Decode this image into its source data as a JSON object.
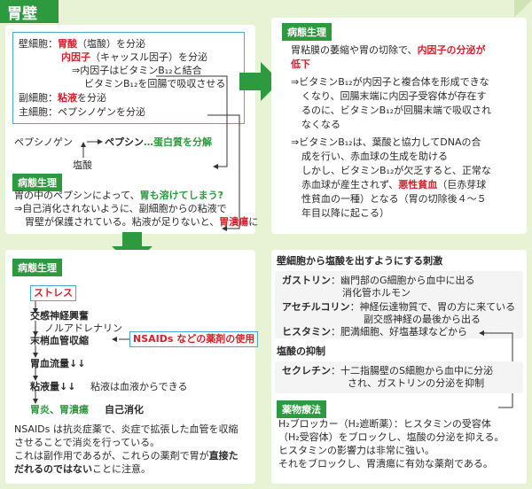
{
  "title": "胃壁",
  "top_left": {
    "cells": {
      "parietal_label": "壁細胞：",
      "parietal_acid": "胃酸",
      "parietal_acid_note": "（塩酸）を分泌",
      "intrinsic": "内因子",
      "intrinsic_note": "（キャッスル因子）を分泌",
      "intrinsic_arrow": "⇒内因子はビタミンB₁₂と結合",
      "intrinsic_absorb": "ビタミンB₁₂を回腸で吸収させる",
      "accessory_label": "副細胞：",
      "accessory_mucus": "粘液",
      "accessory_note": "を分泌",
      "chief_label": "主細胞：",
      "chief_note": "ペプシノゲンを分泌"
    },
    "flow_pepsinogen": "ペプシノゲン",
    "flow_pepsin": "ペプシン",
    "flow_digest": "…蛋白質を分解",
    "flow_acid": "塩酸",
    "tag": "病態生理",
    "text1_a": "胃の中のペプシンによって、",
    "text1_b": "胃も溶けてしまう?",
    "text2": "⇒自己消化されないように、副細胞からの粘液で",
    "text3_a": "胃壁が保護されている。粘液が足りないと、",
    "text3_b": "胃潰瘍",
    "text3_c": "に"
  },
  "top_right": {
    "tag": "病態生理",
    "l1": "胃粘膜の萎縮や胃の切除で、",
    "l1_red": "内因子の分泌が",
    "l2_red": "低下",
    "l3": "⇒ビタミンB₁₂が内因子と複合体を形成できな",
    "l4": "くなり、回腸末端に内因子受容体が存在す",
    "l5": "るのに、ビタミンB₁₂が回腸末端で吸収され",
    "l6": "なくなる",
    "l7": "⇒ビタミンB₁₂は、葉酸と協力してDNAの合",
    "l8": "成を行い、赤血球の生成を助ける",
    "l9": "しかし、ビタミンB₁₂が欠乏すると、正常な",
    "l10_a": "赤血球が産生されず、",
    "l10_red": "悪性貧血",
    "l10_b": "（巨赤芽球",
    "l11": "性貧血の一種）となる（胃の切除後４～５",
    "l12": "年目以降に起こる）"
  },
  "bottom_left": {
    "tag": "病態生理",
    "stress": "ストレス",
    "symp": "交感神経興奮",
    "noradr": "ノルアドレナリン",
    "constrict": "末梢血管収縮",
    "nsaids": "NSAIDs などの薬剤の使用",
    "flow": "胃血流量↓↓",
    "mucus": "粘液量↓↓",
    "mucus_note": "粘液は血液からできる",
    "result_green": "胃炎、胃潰瘍",
    "result_note": "自己消化",
    "p1": "NSAIDs は抗炎症薬で、炎症で拡張した血管を収縮",
    "p2": "させることで消炎を行っている。",
    "p3_a": "これは副作用であるが、これらの薬剤で胃が",
    "p3_b": "直接た",
    "p4_b": "だれるのではない",
    "p4_a": "ことに注意。"
  },
  "bottom_right": {
    "h1": "壁細胞から塩酸を出すようにする刺激",
    "gastrin_label": "ガストリン",
    "gastrin_1": "：幽門部のG細胞から血中に出る",
    "gastrin_2": "消化管ホルモン",
    "ach_label": "アセチルコリン",
    "ach_1": "：神経伝達物質で、胃の方に来ている",
    "ach_2": "副交感神経の最後から出る",
    "hist_label": "ヒスタミン",
    "hist_1": "：肥満細胞、好塩基球などから",
    "h2": "塩酸の抑制",
    "secretin_label": "セクレチン",
    "secretin_1": "：十二指腸壁のS細胞から血中に分泌",
    "secretin_2": "され、ガストリンの分泌を抑制",
    "tag": "薬物療法",
    "d1": "H₂ブロッカー（H₂遮断薬）：ヒスタミンの受容体",
    "d2": "（H₂受容体）をブロックし、塩酸の分泌を抑える。",
    "d3": "ヒスタミンの影響力は非常に強い。",
    "d4": "それをブロックし、胃潰瘍に有効な薬剤である。"
  },
  "colors": {
    "green": "#2e9a3f",
    "red": "#d8202a",
    "blue": "#4aa8cf",
    "bg": "#e8f3d6"
  }
}
